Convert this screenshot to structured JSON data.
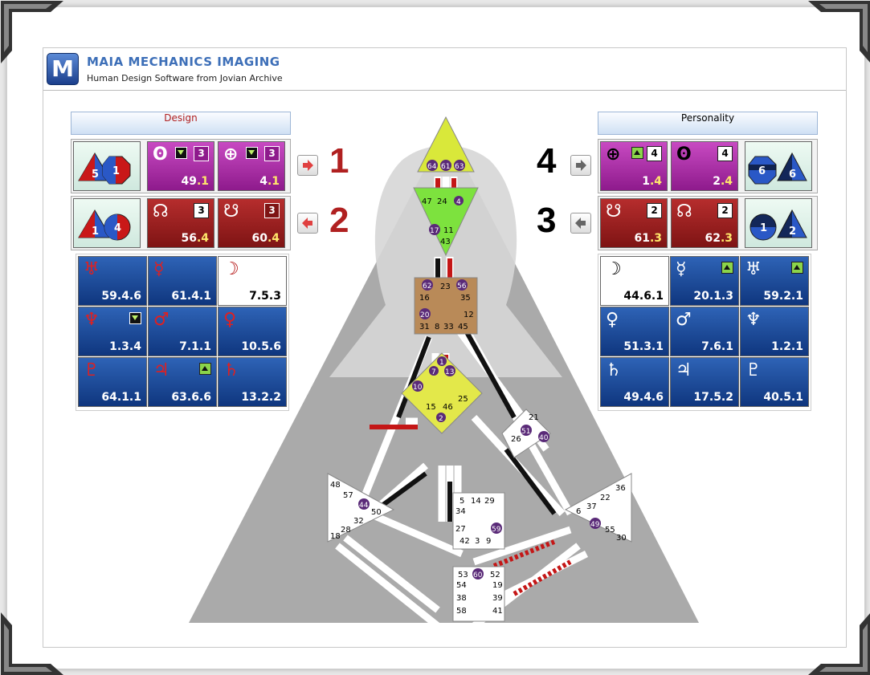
{
  "app": {
    "logo_letter": "M",
    "title": "MAIA MECHANICS IMAGING",
    "subtitle": "Human Design Software from Jovian Archive"
  },
  "design": {
    "header": "Design",
    "header_color": "#b02020",
    "row1": {
      "shape_a": "5",
      "shape_b": "1",
      "cell1": {
        "symbol": "ʘ",
        "line": "3",
        "gate": "49",
        "sub": ".1"
      },
      "cell2": {
        "symbol": "⊕",
        "line": "3",
        "gate": "4",
        "sub": ".1"
      }
    },
    "row2": {
      "shape_a": "1",
      "shape_b": "4",
      "cell1": {
        "symbol": "☊",
        "line": "3",
        "gate": "56",
        "sub": ".4"
      },
      "cell2": {
        "symbol": "☋",
        "line": "3",
        "gate": "60",
        "sub": ".4"
      }
    },
    "planets": [
      {
        "symbol": "♅",
        "value": "59.4.6",
        "style": "blue"
      },
      {
        "symbol": "☿",
        "value": "61.4.1",
        "style": "blue"
      },
      {
        "symbol": "☽",
        "value": "7.5.3",
        "style": "white"
      },
      {
        "symbol": "♆",
        "value": "1.3.4",
        "style": "blue"
      },
      {
        "symbol": "♂",
        "value": "7.1.1",
        "style": "blue"
      },
      {
        "symbol": "♀",
        "value": "10.5.6",
        "style": "blue"
      },
      {
        "symbol": "♇",
        "value": "64.1.1",
        "style": "blue"
      },
      {
        "symbol": "♃",
        "value": "63.6.6",
        "style": "blue"
      },
      {
        "symbol": "♄",
        "value": "13.2.2",
        "style": "blue"
      }
    ],
    "label1": "1",
    "label2": "2",
    "label_color": "#b02020"
  },
  "personality": {
    "header": "Personality",
    "row1": {
      "cell1": {
        "symbol": "⊕",
        "line": "4",
        "gate": "1",
        "sub": ".4"
      },
      "cell2": {
        "symbol": "ʘ",
        "line": "4",
        "gate": "2",
        "sub": ".4"
      },
      "shape_a": "6",
      "shape_b": "6"
    },
    "row2": {
      "cell1": {
        "symbol": "☋",
        "line": "2",
        "gate": "61",
        "sub": ".3"
      },
      "cell2": {
        "symbol": "☊",
        "line": "2",
        "gate": "62",
        "sub": ".3"
      },
      "shape_a": "1",
      "shape_b": "2"
    },
    "planets": [
      {
        "symbol": "☽",
        "value": "44.6.1",
        "style": "white"
      },
      {
        "symbol": "☿",
        "value": "20.1.3",
        "style": "blue"
      },
      {
        "symbol": "♅",
        "value": "59.2.1",
        "style": "blue"
      },
      {
        "symbol": "♀",
        "value": "51.3.1",
        "style": "blue"
      },
      {
        "symbol": "♂",
        "value": "7.6.1",
        "style": "blue"
      },
      {
        "symbol": "♆",
        "value": "1.2.1",
        "style": "blue"
      },
      {
        "symbol": "♄",
        "value": "49.4.6",
        "style": "blue"
      },
      {
        "symbol": "♃",
        "value": "17.5.2",
        "style": "blue"
      },
      {
        "symbol": "♇",
        "value": "40.5.1",
        "style": "blue"
      }
    ],
    "label4": "4",
    "label3": "3",
    "label_color": "#000000"
  },
  "bodygraph": {
    "head_gates": [
      "64",
      "61",
      "63"
    ],
    "ajna_gates": [
      "47",
      "24",
      "4",
      "17",
      "11",
      "43"
    ],
    "throat_gates": [
      "62",
      "23",
      "56",
      "16",
      "35",
      "20",
      "12",
      "31",
      "8",
      "33",
      "45"
    ],
    "g_gates": [
      "1",
      "7",
      "13",
      "10",
      "15",
      "46",
      "25",
      "2"
    ],
    "ego_gates": [
      "21",
      "51",
      "26",
      "40"
    ],
    "spleen_gates": [
      "48",
      "57",
      "44",
      "50",
      "32",
      "28",
      "18"
    ],
    "solar_gates": [
      "36",
      "22",
      "6",
      "37",
      "49",
      "55",
      "30"
    ],
    "sacral_gates": [
      "5",
      "14",
      "29",
      "34",
      "27",
      "59",
      "42",
      "3",
      "9"
    ],
    "root_gates": [
      "53",
      "60",
      "52",
      "54",
      "19",
      "38",
      "39",
      "58",
      "41"
    ]
  }
}
